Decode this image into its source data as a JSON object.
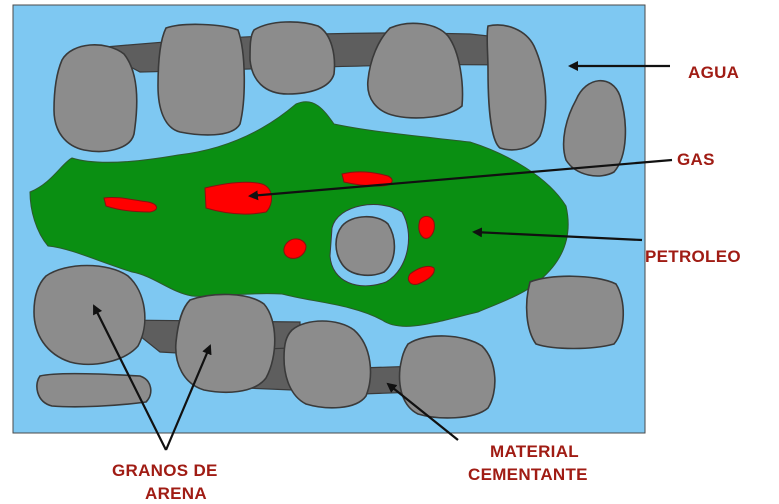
{
  "labels": {
    "water": "AGUA",
    "gas": "GAS",
    "oil": "PETROLEO",
    "cement_line1": "MATERIAL",
    "cement_line2": "CEMENTANTE",
    "sand_line1": "GRANOS DE",
    "sand_line2": "ARENA"
  },
  "colors": {
    "water": "#7EC8F2",
    "oil": "#0A8F12",
    "gas": "#FF0000",
    "grain": "#8C8C8C",
    "cement": "#5E5E5E",
    "label": "#A01C14",
    "arrow": "#111111"
  }
}
